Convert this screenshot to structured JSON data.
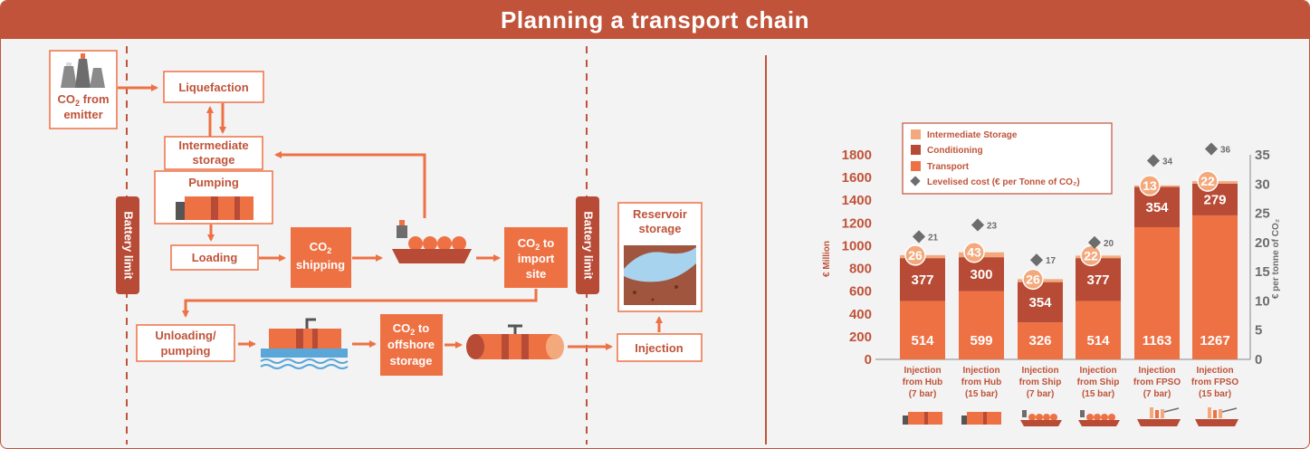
{
  "title": "Planning a transport chain",
  "colors": {
    "brand": "#c0533a",
    "accent": "#ee7144",
    "dark": "#b84b35",
    "light": "#f4a97d",
    "grey": "#6d6d6d",
    "background": "#f3f3f3"
  },
  "flow": {
    "emitter": {
      "line1": "CO",
      "sub": "2",
      "line1_suffix": " from",
      "line2": "emitter"
    },
    "liquefaction": "Liquefaction",
    "intermediate_storage": {
      "line1": "Intermediate",
      "line2": "storage"
    },
    "pumping": "Pumping",
    "loading": "Loading",
    "co2_shipping": {
      "line1": "CO",
      "sub": "2",
      "line2": "shipping"
    },
    "import_site": {
      "line1": "CO",
      "sub": "2",
      "line1_suffix": " to",
      "line2": "import",
      "line3": "site"
    },
    "unloading": {
      "line1": "Unloading/",
      "line2": "pumping"
    },
    "offshore_storage": {
      "line1": "CO",
      "sub": "2",
      "line1_suffix": " to",
      "line2": "offshore",
      "line3": "storage"
    },
    "injection": "Injection",
    "reservoir": {
      "line1": "Reservoir",
      "line2": "storage"
    },
    "battery_limit_1": "Battery limit",
    "battery_limit_2": "Battery limit"
  },
  "chart_data": {
    "type": "bar",
    "categories": [
      [
        "Injection",
        "from Hub",
        "(7 bar)"
      ],
      [
        "Injection",
        "from Hub",
        "(15 bar)"
      ],
      [
        "Injection",
        "from Ship",
        "(7 bar)"
      ],
      [
        "Injection",
        "from Ship",
        "(15 bar)"
      ],
      [
        "Injection",
        "from FPSO",
        "(7 bar)"
      ],
      [
        "Injection",
        "from FPSO",
        "(15 bar)"
      ]
    ],
    "series": [
      {
        "name": "Transport",
        "values": [
          514,
          599,
          326,
          514,
          1163,
          1267
        ],
        "color": "#ee7144"
      },
      {
        "name": "Conditioning",
        "values": [
          377,
          300,
          354,
          377,
          354,
          279
        ],
        "color": "#b84b35"
      },
      {
        "name": "Intermediate Storage",
        "values": [
          26,
          43,
          26,
          22,
          13,
          22
        ],
        "color": "#f4a97d"
      }
    ],
    "levelised_cost": {
      "name": "Levelised cost (€ per Tonne of CO₂)",
      "values": [
        21,
        23,
        17,
        20,
        34,
        36
      ],
      "color": "#6d6d6d"
    },
    "legend": [
      "Intermediate Storage",
      "Conditioning",
      "Transport",
      "Levelised cost (€ per Tonne of CO₂)"
    ],
    "ylabel": "€ Million",
    "y2label": "€ per tonne of CO₂",
    "ylim": [
      0,
      1800
    ],
    "y_ticks": [
      0,
      200,
      400,
      600,
      800,
      1000,
      1200,
      1400,
      1600,
      1800
    ],
    "y2lim": [
      0,
      35
    ],
    "y2_ticks": [
      0,
      5,
      10,
      15,
      20,
      25,
      30,
      35
    ],
    "category_icons": [
      "pipeline",
      "pipeline",
      "ship",
      "ship",
      "fpso",
      "fpso"
    ]
  }
}
